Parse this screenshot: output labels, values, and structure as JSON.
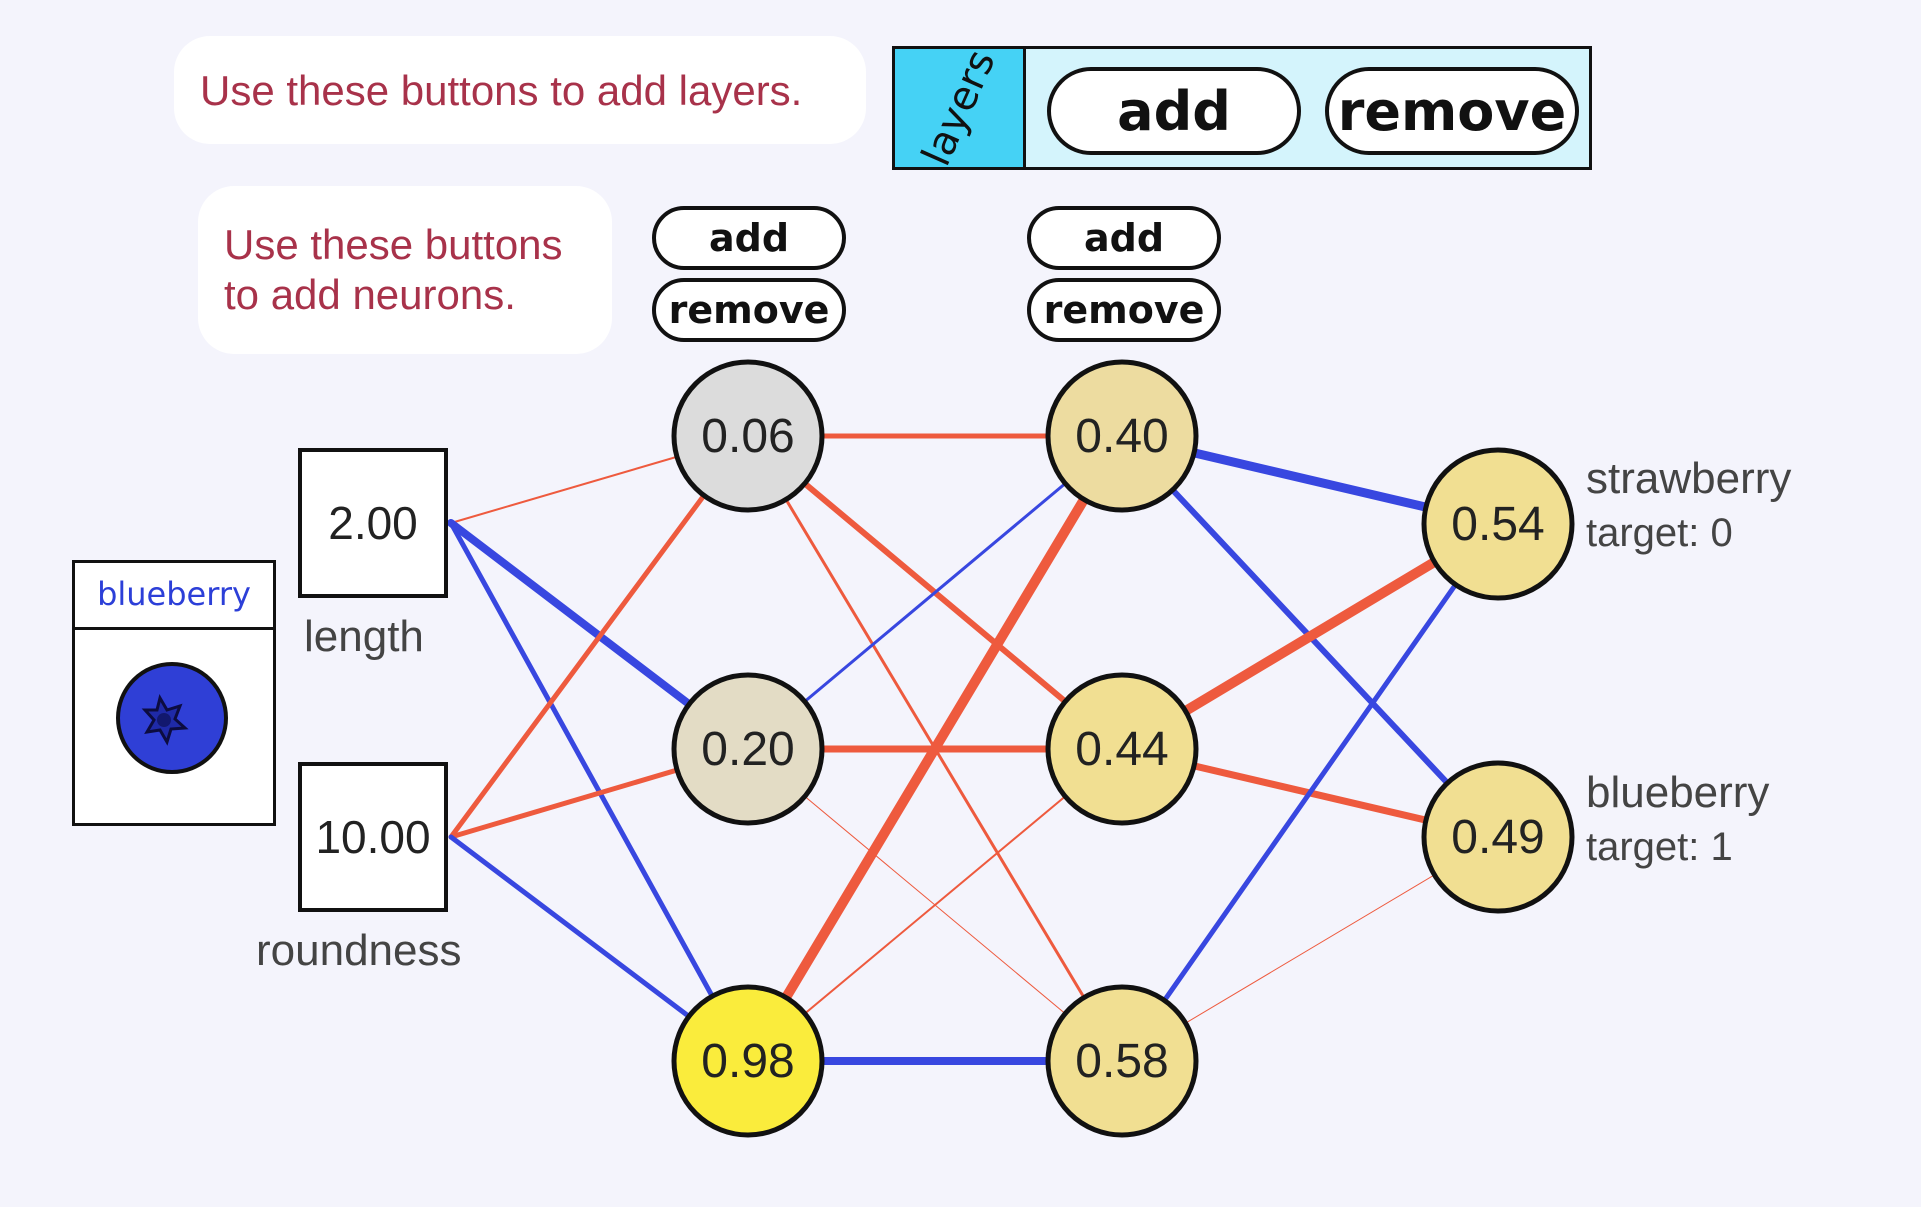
{
  "hints": {
    "layers": "Use these buttons to add layers.",
    "neurons_line1": "Use these buttons",
    "neurons_line2": "to add neurons."
  },
  "layers_bar": {
    "label": "layers",
    "add": "add",
    "remove": "remove"
  },
  "layer_buttons": [
    {
      "add": "add",
      "remove": "remove"
    },
    {
      "add": "add",
      "remove": "remove"
    }
  ],
  "sample": {
    "name": "blueberry",
    "icon": "blueberry-icon"
  },
  "inputs": [
    {
      "value": "2.00",
      "label": "length"
    },
    {
      "value": "10.00",
      "label": "roundness"
    }
  ],
  "hidden_layers": [
    [
      {
        "value": "0.06",
        "color": "#dcdcdc"
      },
      {
        "value": "0.20",
        "color": "#e3dcc5"
      },
      {
        "value": "0.98",
        "color": "#faec3c"
      }
    ],
    [
      {
        "value": "0.40",
        "color": "#eddca0"
      },
      {
        "value": "0.44",
        "color": "#f1df92"
      },
      {
        "value": "0.58",
        "color": "#f1df92"
      }
    ]
  ],
  "outputs": [
    {
      "value": "0.54",
      "color": "#f1df92",
      "name": "strawberry",
      "target": "target: 0"
    },
    {
      "value": "0.49",
      "color": "#f1df92",
      "name": "blueberry",
      "target": "target: 1"
    }
  ],
  "colors": {
    "positive": "#ee5a3e",
    "negative": "#3847e0",
    "node_border": "#111111"
  },
  "connections": {
    "input_to_h1": [
      [
        "pos",
        2
      ],
      [
        "neg",
        8
      ],
      [
        "neg",
        5
      ],
      [
        "pos",
        5
      ],
      [
        "pos",
        5
      ],
      [
        "neg",
        5
      ]
    ],
    "h1_to_h2": [
      [
        "pos",
        5
      ],
      [
        "pos",
        6
      ],
      [
        "pos",
        3
      ],
      [
        "neg",
        3
      ],
      [
        "pos",
        7
      ],
      [
        "pos",
        1
      ],
      [
        "pos",
        10
      ],
      [
        "pos",
        2
      ],
      [
        "neg",
        8
      ]
    ],
    "h2_to_out": [
      [
        "neg",
        9
      ],
      [
        "neg",
        6
      ],
      [
        "pos",
        10
      ],
      [
        "pos",
        7
      ],
      [
        "neg",
        5
      ],
      [
        "pos",
        1
      ]
    ]
  }
}
